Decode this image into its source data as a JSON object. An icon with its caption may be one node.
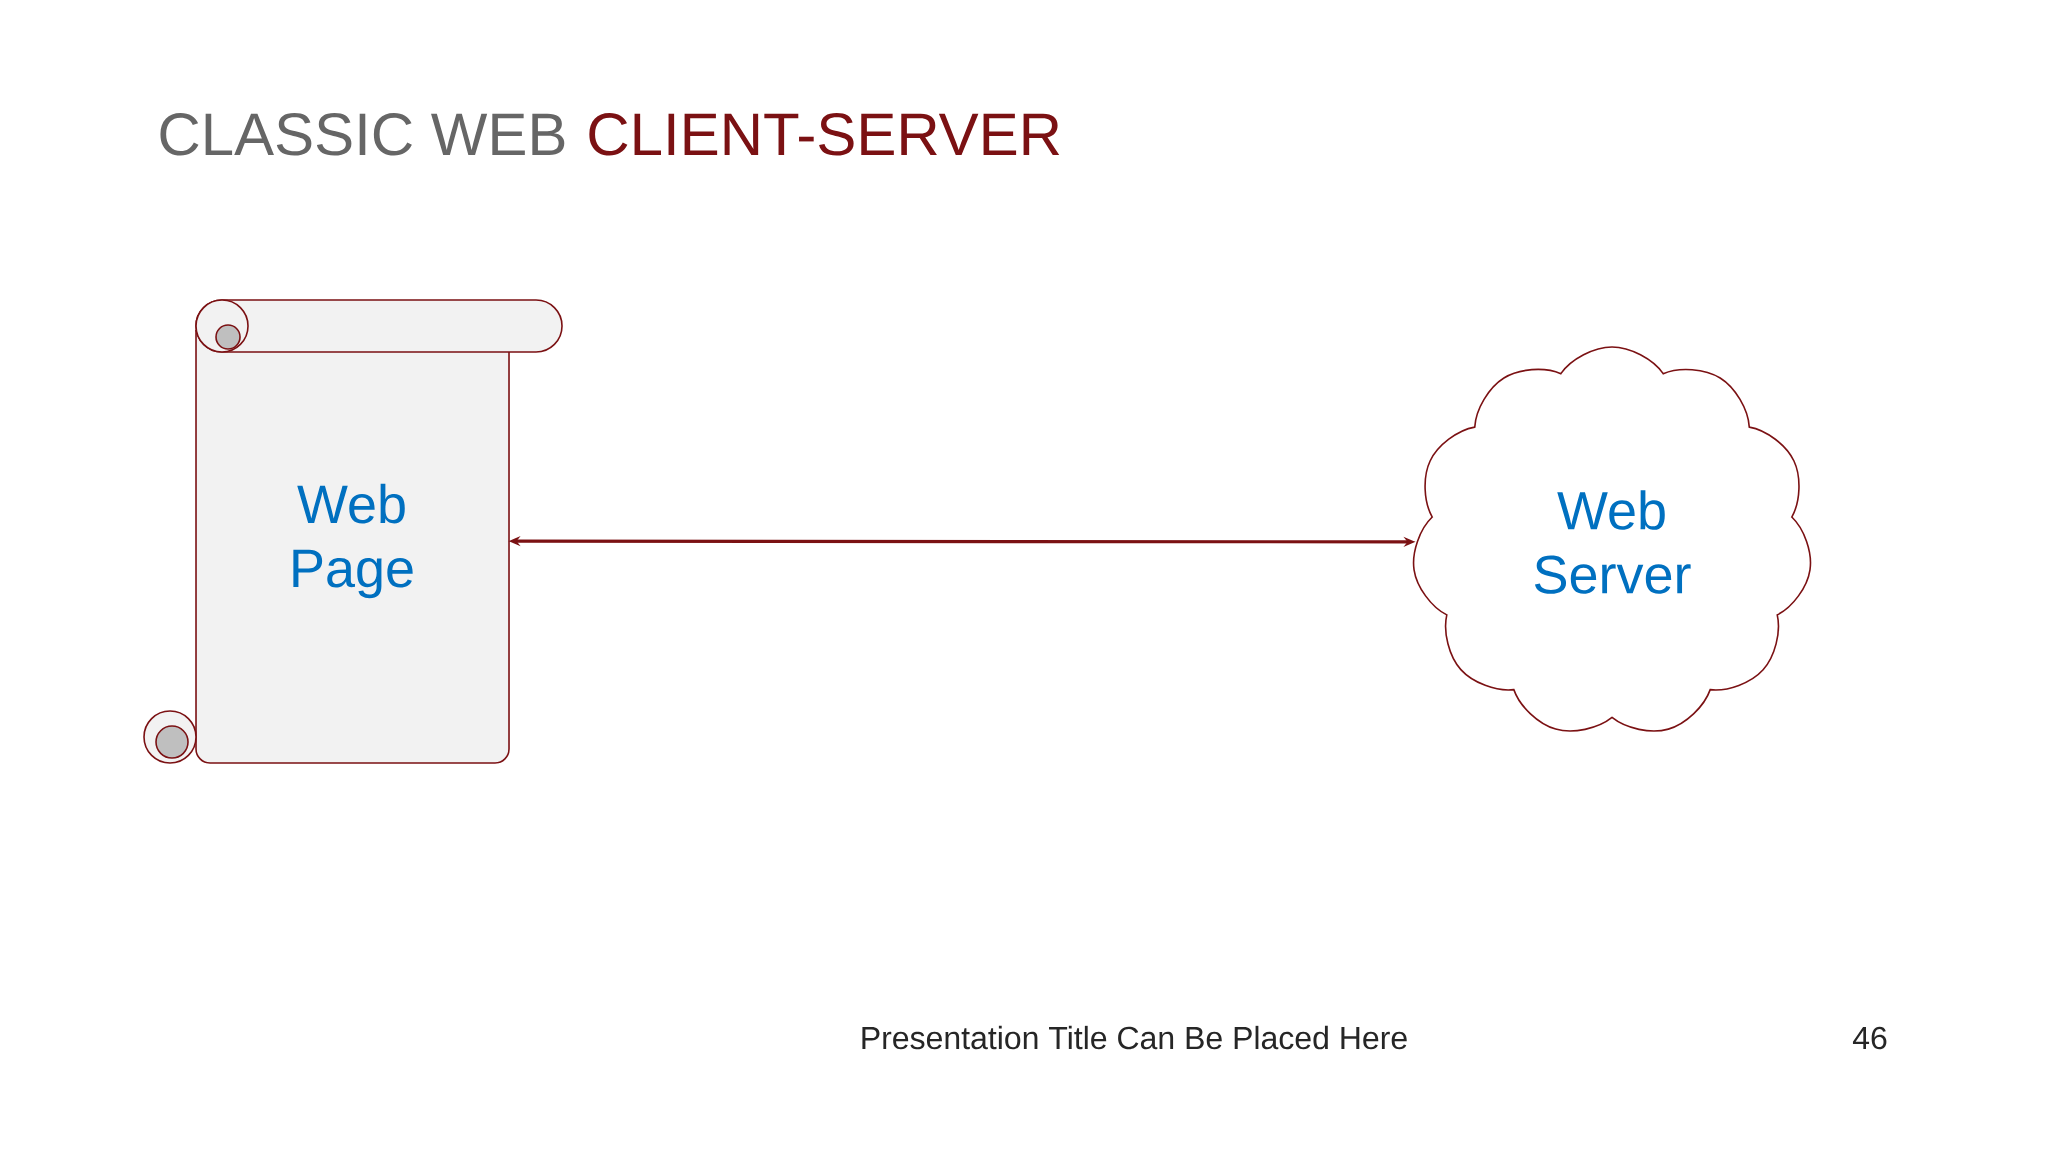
{
  "diagram": {
    "title": "CLASSIC WEB",
    "nodes": [
      {
        "text": [
          "Web Page"
        ]
      },
      {
        "text": [
          "Web Server"
        ]
      }
    ],
    "edges": [
      {
        "from": 0,
        "to": 1,
        "arrow": "both"
      }
    ],
    "labels": [
      "CLIENT-SERVER",
      "Presentation Title Can Be Placed Here",
      "46"
    ]
  }
}
